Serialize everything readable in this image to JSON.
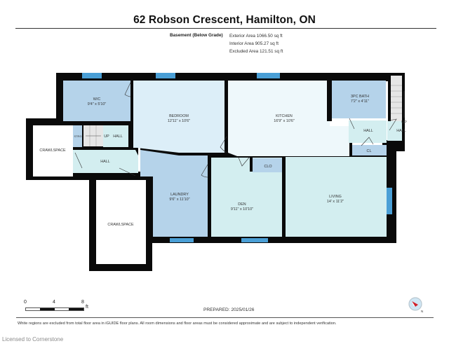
{
  "header": {
    "title": "62 Robson Crescent, Hamilton, ON",
    "level": "Basement (Below Grade)",
    "areas": [
      "Exterior Area 1066.50 sq ft",
      "Interior Area 905.27 sq ft",
      "Excluded Area 121.51 sq ft"
    ]
  },
  "rooms": {
    "wic": {
      "name": "W/C",
      "dims": "9'4\" x 5'10\""
    },
    "bedroom": {
      "name": "BEDROOM",
      "dims": "12'11\" x 10'6\""
    },
    "kitchen": {
      "name": "KITCHEN",
      "dims": "16'9\" x 10'6\""
    },
    "bath": {
      "name": "3PC BATH",
      "dims": "7'2\" x 4'11\""
    },
    "hall_right": {
      "name": "HALL"
    },
    "hall_stairs_right": {
      "name": "HALL",
      "up": "UP"
    },
    "cl": {
      "name": "CL"
    },
    "crawlspace_left": {
      "name": "CRAWLSPACE"
    },
    "strg": {
      "name": "STRG"
    },
    "stairs_left_up": {
      "name": "UP"
    },
    "hall_upper_left": {
      "name": "HALL"
    },
    "hall_lower_left": {
      "name": "HALL"
    },
    "laundry": {
      "name": "LAUNDRY",
      "dims": "9'6\" x 11'10\""
    },
    "den": {
      "name": "DEN",
      "dims": "9'11\" x 10'10\""
    },
    "clo": {
      "name": "CLO"
    },
    "living": {
      "name": "LIVING",
      "dims": "14' x 11'2\""
    },
    "crawlspace_bottom": {
      "name": "CRAWLSPACE"
    }
  },
  "scale": {
    "ticks": [
      "0",
      "4",
      "8"
    ],
    "unit": "ft"
  },
  "prepared": "PREPARED: 2025/01/26",
  "compass": {
    "label": "N"
  },
  "disclaimer": "White regions are excluded from total floor area in iGUIDE floor plans. All room dimensions and floor areas must be considered approximate and are subject to independent verification.",
  "watermark": "Licensed to Cornerstone",
  "colors": {
    "wall": "#0a0a0a",
    "room_blue": "#b5d3ea",
    "room_light": "#dceef8",
    "room_teal": "#d3eef0",
    "window": "#4a9fd6",
    "stair": "#e6e6e6"
  }
}
